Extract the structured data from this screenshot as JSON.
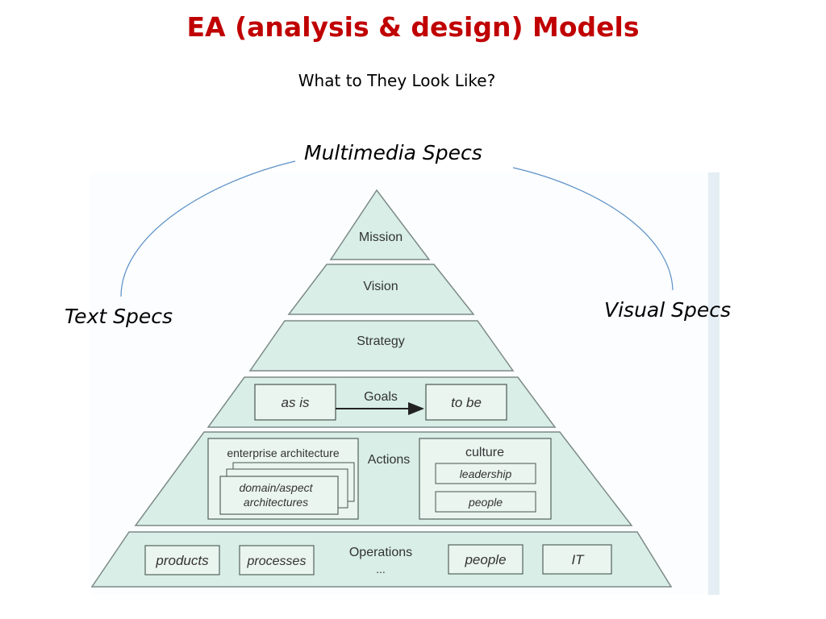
{
  "title": "EA (analysis & design) Models",
  "subtitle": "What to They Look Like?",
  "specs": {
    "top": "Multimedia Specs",
    "left": "Text Specs",
    "right": "Visual Specs"
  },
  "pyramid": {
    "mission": "Mission",
    "vision": "Vision",
    "strategy": "Strategy",
    "goals": {
      "label": "Goals",
      "as_is": "as is",
      "to_be": "to be"
    },
    "actions": {
      "label": "Actions",
      "ea": "enterprise architecture",
      "domain_line1": "domain/aspect",
      "domain_line2": "architectures",
      "culture": "culture",
      "leadership": "leadership",
      "people": "people"
    },
    "operations": {
      "label": "Operations",
      "ellipsis": "...",
      "products": "products",
      "processes": "processes",
      "people": "people",
      "it": "IT"
    }
  },
  "colors": {
    "title": "#c00000",
    "fill": "#d8eee6",
    "stroke": "#7d8a86",
    "arc": "#5b8fc7"
  }
}
